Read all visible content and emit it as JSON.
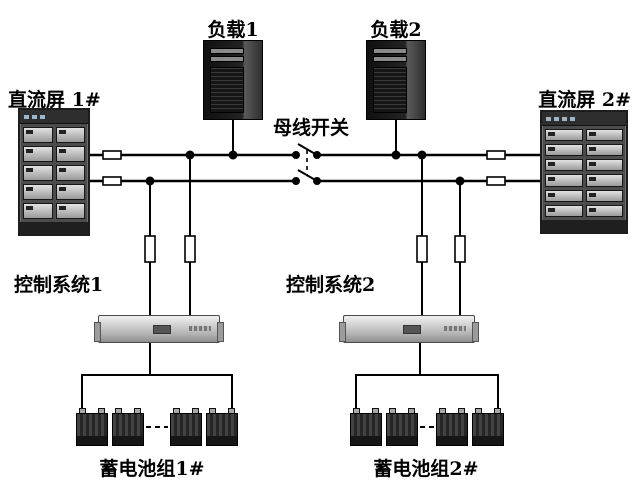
{
  "labels": {
    "dc_panel_1": "直流屏 1#",
    "dc_panel_2": "直流屏 2#",
    "load_1": "负载1",
    "load_2": "负载2",
    "bus_switch": "母线开关",
    "control_system_1": "控制系统1",
    "control_system_2": "控制系统2",
    "battery_group_1": "蓄电池组1#",
    "battery_group_2": "蓄电池组2#"
  },
  "colors": {
    "background": "#ffffff",
    "wire": "#000000",
    "cabinet": "#4c4c4c",
    "server": "#1e1e1e",
    "control_unit": "#c8c8c8",
    "battery": "#303030"
  }
}
